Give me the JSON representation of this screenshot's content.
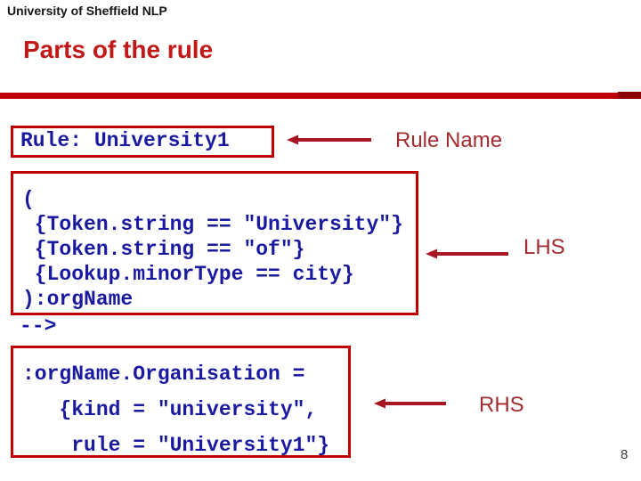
{
  "slide": {
    "header": "University of Sheffield NLP",
    "title": "Parts of the rule",
    "page_number": "8"
  },
  "rule": {
    "name_box_text": "Rule: University1",
    "lhs_lines": [
      "(",
      " {Token.string == \"University\"}",
      " {Token.string == \"of\"}",
      " {Lookup.minorType == city}",
      "):orgName"
    ],
    "separator": "-->",
    "rhs_lines": [
      ":orgName.Organisation =",
      "   {kind = \"university\",",
      "    rule = \"University1\"}"
    ]
  },
  "annotations": {
    "rule_name_label": "Rule Name",
    "lhs_label": "LHS",
    "rhs_label": "RHS"
  },
  "colors": {
    "accent_red": "#c00000",
    "accent_red_dark": "#8e0000",
    "code_navy": "#1a1aa0",
    "label_red": "#a22c30",
    "arrow_red": "#a81622",
    "title_red": "#c11818"
  }
}
